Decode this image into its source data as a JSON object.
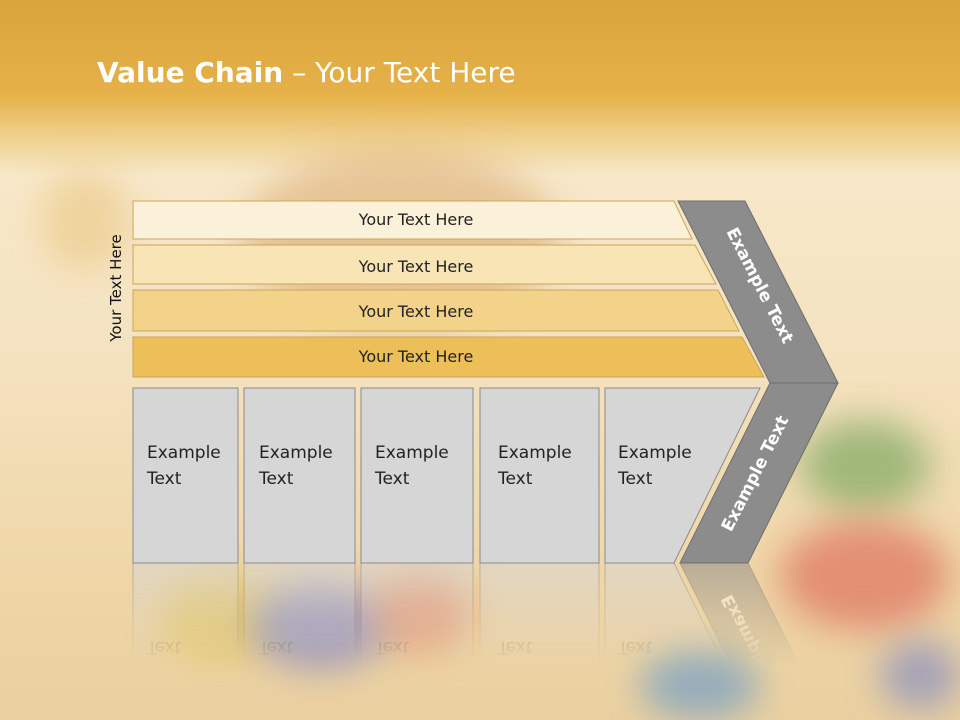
{
  "title": {
    "bold": "Value Chain",
    "rest": " – Your Text Here"
  },
  "side_label": "Your Text Here",
  "support_rows": [
    "Your Text Here",
    "Your Text Here",
    "Your Text Here",
    "Your Text Here"
  ],
  "primary_cells": [
    [
      "Example",
      "Text"
    ],
    [
      "Example",
      "Text"
    ],
    [
      "Example",
      "Text"
    ],
    [
      "Example",
      "Text"
    ],
    [
      "Example",
      "Text"
    ]
  ],
  "arrow_labels": {
    "upper": "Example Text",
    "lower": "Example Text"
  },
  "colors": {
    "row1": "#fbf1d8",
    "row2": "#f8e4b5",
    "row3": "#f3d38a",
    "row4": "#edbf59",
    "cell": "#d6d6d6",
    "arrow": "#8c8c8c"
  }
}
